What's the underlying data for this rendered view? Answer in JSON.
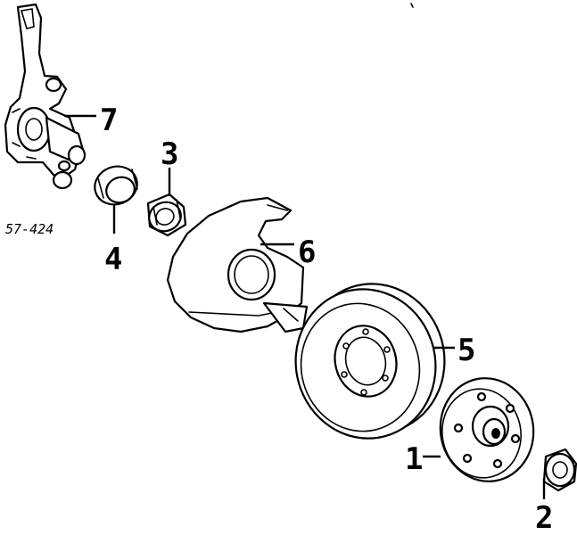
{
  "diagram": {
    "reference_code": "57-424",
    "callouts": [
      {
        "id": "1",
        "label": "1",
        "part": "wheel hub"
      },
      {
        "id": "2",
        "label": "2",
        "part": "outer wheel bearing"
      },
      {
        "id": "3",
        "label": "3",
        "part": "inner wheel bearing"
      },
      {
        "id": "4",
        "label": "4",
        "part": "grease seal"
      },
      {
        "id": "5",
        "label": "5",
        "part": "brake disc rotor"
      },
      {
        "id": "6",
        "label": "6",
        "part": "dust shield"
      },
      {
        "id": "7",
        "label": "7",
        "part": "steering knuckle"
      }
    ]
  },
  "colors": {
    "line": "#000000",
    "background": "#ffffff"
  }
}
